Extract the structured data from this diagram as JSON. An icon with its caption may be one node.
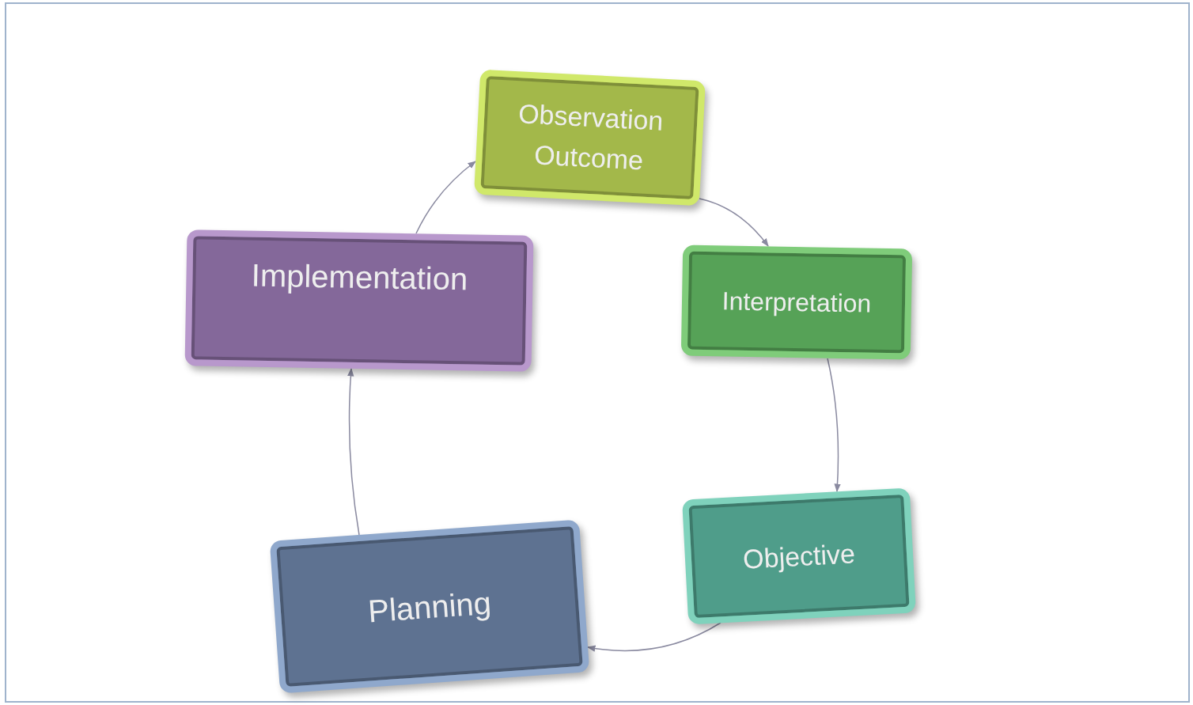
{
  "diagram": {
    "nodes": [
      {
        "text": [
          "Observation Outcome"
        ]
      },
      {
        "text": [
          "Interpretation"
        ]
      },
      {
        "text": [
          "Objective"
        ]
      },
      {
        "text": [
          "Planning"
        ]
      },
      {
        "text": [
          "Implementation"
        ]
      }
    ],
    "edges": [
      {
        "from": 0,
        "to": 1,
        "arrow": "to"
      },
      {
        "from": 1,
        "to": 2,
        "arrow": "to"
      },
      {
        "from": 2,
        "to": 3,
        "arrow": "to"
      },
      {
        "from": 3,
        "to": 4,
        "arrow": "to"
      },
      {
        "from": 4,
        "to": 0,
        "arrow": "to"
      }
    ]
  }
}
